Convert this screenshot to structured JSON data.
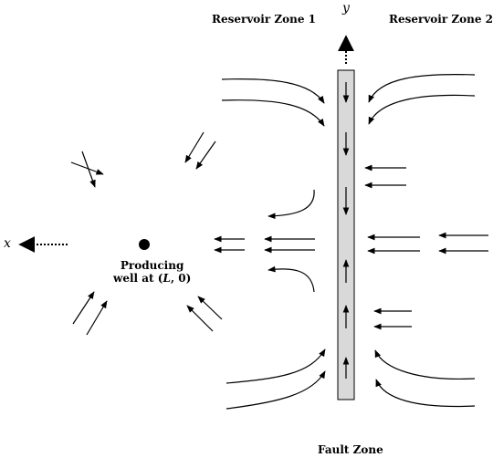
{
  "labels": {
    "zone1": "Reservoir Zone 1",
    "zone2": "Reservoir Zone 2",
    "fault": "Fault Zone",
    "y_axis": "y",
    "x_axis": "x",
    "well_line1": "Producing",
    "well_line2_prefix": "well at (",
    "well_L": "L",
    "well_line2_suffix": ", 0)"
  },
  "colors": {
    "stroke": "#000000",
    "fault_fill": "#d9d9d9",
    "background": "#ffffff"
  }
}
